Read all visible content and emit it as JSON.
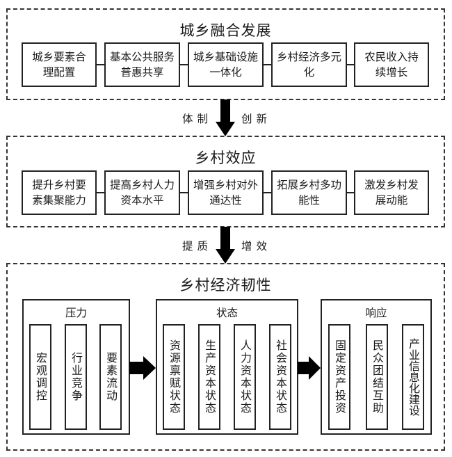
{
  "section1": {
    "title": "城乡融合发展",
    "items": [
      "城乡要素合理配置",
      "基本公共服务普惠共享",
      "城乡基础设施一体化",
      "乡村经济多元化",
      "农民收入持续增长"
    ]
  },
  "arrow1": {
    "left_label": "体制",
    "right_label": "创新"
  },
  "section2": {
    "title": "乡村效应",
    "items": [
      "提升乡村要素集聚能力",
      "提高乡村人力资本水平",
      "增强乡村对外通达性",
      "拓展乡村多功能性",
      "激发乡村发展动能"
    ]
  },
  "arrow2": {
    "left_label": "提质",
    "right_label": "增效"
  },
  "section3": {
    "title": "乡村经济韧性",
    "pressure": {
      "title": "压力",
      "items": [
        "宏观调控",
        "行业竞争",
        "要素流动"
      ]
    },
    "state": {
      "title": "状态",
      "items": [
        "资源禀赋状态",
        "生产资本状态",
        "人力资本状态",
        "社会资本状态"
      ]
    },
    "response": {
      "title": "响应",
      "items": [
        "固定资产投资",
        "民众团结互助",
        "产业信息化建设"
      ]
    }
  }
}
